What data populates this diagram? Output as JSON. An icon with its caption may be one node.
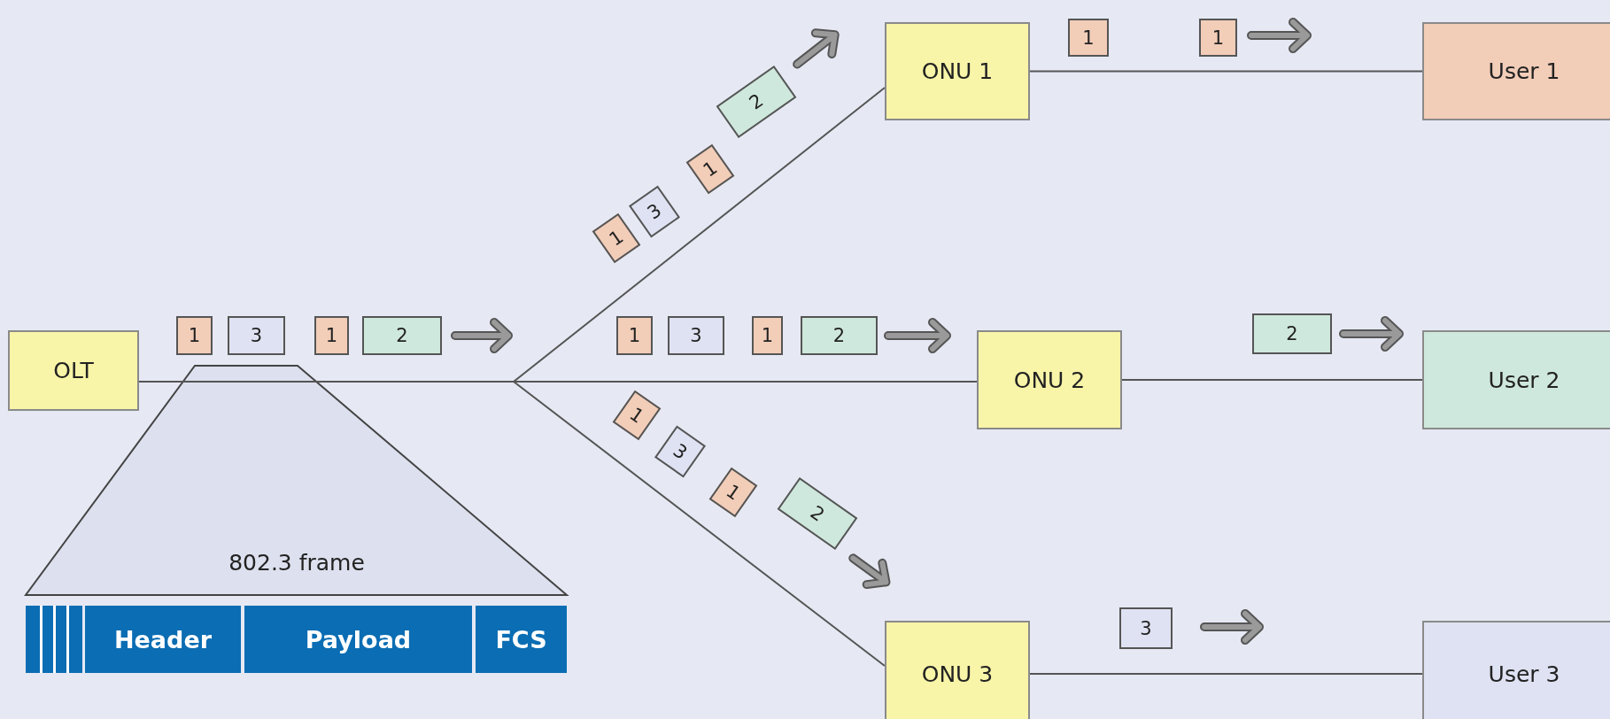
{
  "diagram": {
    "nodes": [
      {
        "text": [
          "OLT"
        ]
      },
      {
        "text": [
          "1"
        ]
      },
      {
        "text": [
          "3"
        ]
      },
      {
        "text": [
          "1"
        ]
      },
      {
        "text": [
          "2"
        ]
      },
      {
        "text": [
          "802.3 frame"
        ]
      },
      {
        "text": [
          "Header"
        ]
      },
      {
        "text": [
          "Payload"
        ]
      },
      {
        "text": [
          "FCS"
        ]
      },
      {
        "text": [
          "1"
        ]
      },
      {
        "text": [
          "3"
        ]
      },
      {
        "text": [
          "1"
        ]
      },
      {
        "text": [
          "2"
        ]
      },
      {
        "text": [
          "ONU 1"
        ]
      },
      {
        "text": [
          "1"
        ]
      },
      {
        "text": [
          "1"
        ]
      },
      {
        "text": [
          "User 1"
        ]
      },
      {
        "text": [
          "1"
        ]
      },
      {
        "text": [
          "3"
        ]
      },
      {
        "text": [
          "1"
        ]
      },
      {
        "text": [
          "2"
        ]
      },
      {
        "text": [
          "ONU 2"
        ]
      },
      {
        "text": [
          "2"
        ]
      },
      {
        "text": [
          "User 2"
        ]
      },
      {
        "text": [
          "1"
        ]
      },
      {
        "text": [
          "3"
        ]
      },
      {
        "text": [
          "1"
        ]
      },
      {
        "text": [
          "2"
        ]
      },
      {
        "text": [
          "ONU 3"
        ]
      },
      {
        "text": [
          "3"
        ]
      },
      {
        "text": [
          "User 3"
        ]
      }
    ],
    "edges": [
      {
        "from": 0,
        "to": 13,
        "arrow": "none"
      },
      {
        "from": 0,
        "to": 21,
        "arrow": "none"
      },
      {
        "from": 0,
        "to": 28,
        "arrow": "none"
      },
      {
        "from": 13,
        "to": 16,
        "arrow": "none"
      },
      {
        "from": 21,
        "to": 23,
        "arrow": "none"
      },
      {
        "from": 28,
        "to": 30,
        "arrow": "none"
      }
    ]
  }
}
